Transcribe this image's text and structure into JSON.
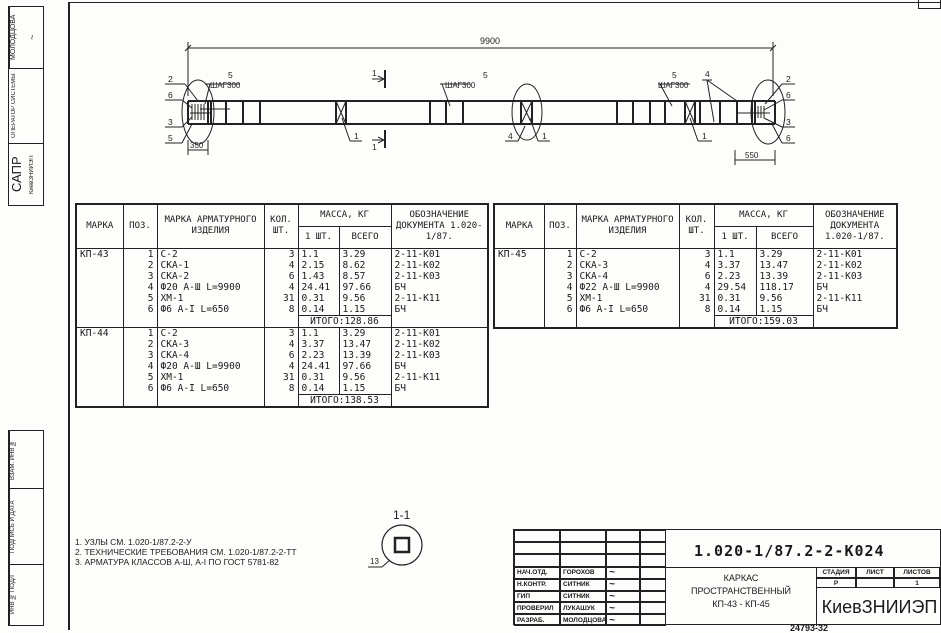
{
  "left_stamp": {
    "designer": "МОЛОДЦОВА",
    "operator_label": "ОПЕРАТОР СИСТЕМЫ",
    "sapr": "САПР",
    "sapr_org": "КиевЗНИИЭП",
    "inv_podl": "ИНВ № ПОДЛ",
    "signature_date": "ПОДПИСЬ И ДАТА",
    "vzam_inv": "ВЗАМ. ИНВ №"
  },
  "drawing": {
    "overall_dim": "9900",
    "dim_left": "350",
    "dim_right": "550",
    "step_label": "ШАГ300",
    "section_mark": "1",
    "section_title": "1-1",
    "callouts": [
      "1",
      "2",
      "3",
      "4",
      "5",
      "6",
      "13"
    ]
  },
  "table_headers": {
    "marka": "МАРКА",
    "poz": "ПОЗ.",
    "item_mark": "МАРКА АРМАТУРНОГО ИЗДЕЛИЯ",
    "qty": "КОЛ. ШТ.",
    "mass": "МАССА, КГ",
    "mass_one": "1 ШТ.",
    "mass_total": "ВСЕГО",
    "doc": "ОБОЗНАЧЕНИЕ ДОКУМЕНТА 1.020-1/87."
  },
  "left_table": [
    {
      "mark": "КП-43",
      "rows": [
        [
          "1",
          "С-2",
          "3",
          "1.1",
          "3.29",
          "2-11-К01"
        ],
        [
          "2",
          "СКА-1",
          "4",
          "2.15",
          "8.62",
          "2-11-К02"
        ],
        [
          "3",
          "СКА-2",
          "6",
          "1.43",
          "8.57",
          "2-11-К03"
        ],
        [
          "4",
          "Ф20 А-Ш L=9900",
          "4",
          "24.41",
          "97.66",
          "БЧ"
        ],
        [
          "5",
          "ХМ-1",
          "31",
          "0.31",
          "9.56",
          "2-11-К11"
        ],
        [
          "6",
          "Ф6 А-I L=650",
          "8",
          "0.14",
          "1.15",
          "БЧ"
        ]
      ],
      "total": "ИТОГО:128.86"
    },
    {
      "mark": "КП-44",
      "rows": [
        [
          "1",
          "С-2",
          "3",
          "1.1",
          "3.29",
          "2-11-К01"
        ],
        [
          "2",
          "СКА-3",
          "4",
          "3.37",
          "13.47",
          "2-11-К02"
        ],
        [
          "3",
          "СКА-4",
          "6",
          "2.23",
          "13.39",
          "2-11-К03"
        ],
        [
          "4",
          "Ф20 А-Ш L=9900",
          "4",
          "24.41",
          "97.66",
          "БЧ"
        ],
        [
          "5",
          "ХМ-1",
          "31",
          "0.31",
          "9.56",
          "2-11-К11"
        ],
        [
          "6",
          "Ф6 А-I L=650",
          "8",
          "0.14",
          "1.15",
          "БЧ"
        ]
      ],
      "total": "ИТОГО:138.53"
    }
  ],
  "right_table": [
    {
      "mark": "КП-45",
      "rows": [
        [
          "1",
          "С-2",
          "3",
          "1.1",
          "3.29",
          "2-11-К01"
        ],
        [
          "2",
          "СКА-3",
          "4",
          "3.37",
          "13.47",
          "2-11-К02"
        ],
        [
          "3",
          "СКА-4",
          "6",
          "2.23",
          "13.39",
          "2-11-К03"
        ],
        [
          "4",
          "Ф22 А-Ш L=9900",
          "4",
          "29.54",
          "118.17",
          "БЧ"
        ],
        [
          "5",
          "ХМ-1",
          "31",
          "0.31",
          "9.56",
          "2-11-К11"
        ],
        [
          "6",
          "Ф6 А-I L=650",
          "8",
          "0.14",
          "1.15",
          "БЧ"
        ]
      ],
      "total": "ИТОГО:159.03"
    }
  ],
  "notes": [
    "1. УЗЛЫ СМ. 1.020-1/87.2-2-У",
    "2. ТЕХНИЧЕСКИЕ ТРЕБОВАНИЯ СМ. 1.020-1/87.2-2-ТТ",
    "3. АРМАТУРА КЛАССОВ А-Ш, А-I ПО ГОСТ 5781-82"
  ],
  "title_block": {
    "code": "1.020-1/87.2-2-К024",
    "title": [
      "КАРКАС",
      "ПРОСТРАНСТВЕННЫЙ",
      "КП-43 - КП-45"
    ],
    "stage_label": "СТАДИЯ",
    "sheet_label": "ЛИСТ",
    "sheets_label": "ЛИСТОВ",
    "stage": "Р",
    "sheets": "1",
    "org": "КиевЗНИИЭП",
    "roles": [
      {
        "role": "НАЧ.ОТД.",
        "name": "ГОРОХОВ"
      },
      {
        "role": "Н.КОНТР.",
        "name": "СИТНИК"
      },
      {
        "role": "ГИП",
        "name": "СИТНИК"
      },
      {
        "role": "ПРОВЕРИЛ",
        "name": "ЛУКАШУК"
      },
      {
        "role": "РАЗРАБ.",
        "name": "МОЛОДЦОВА"
      }
    ],
    "archive_no": "24793-32"
  }
}
